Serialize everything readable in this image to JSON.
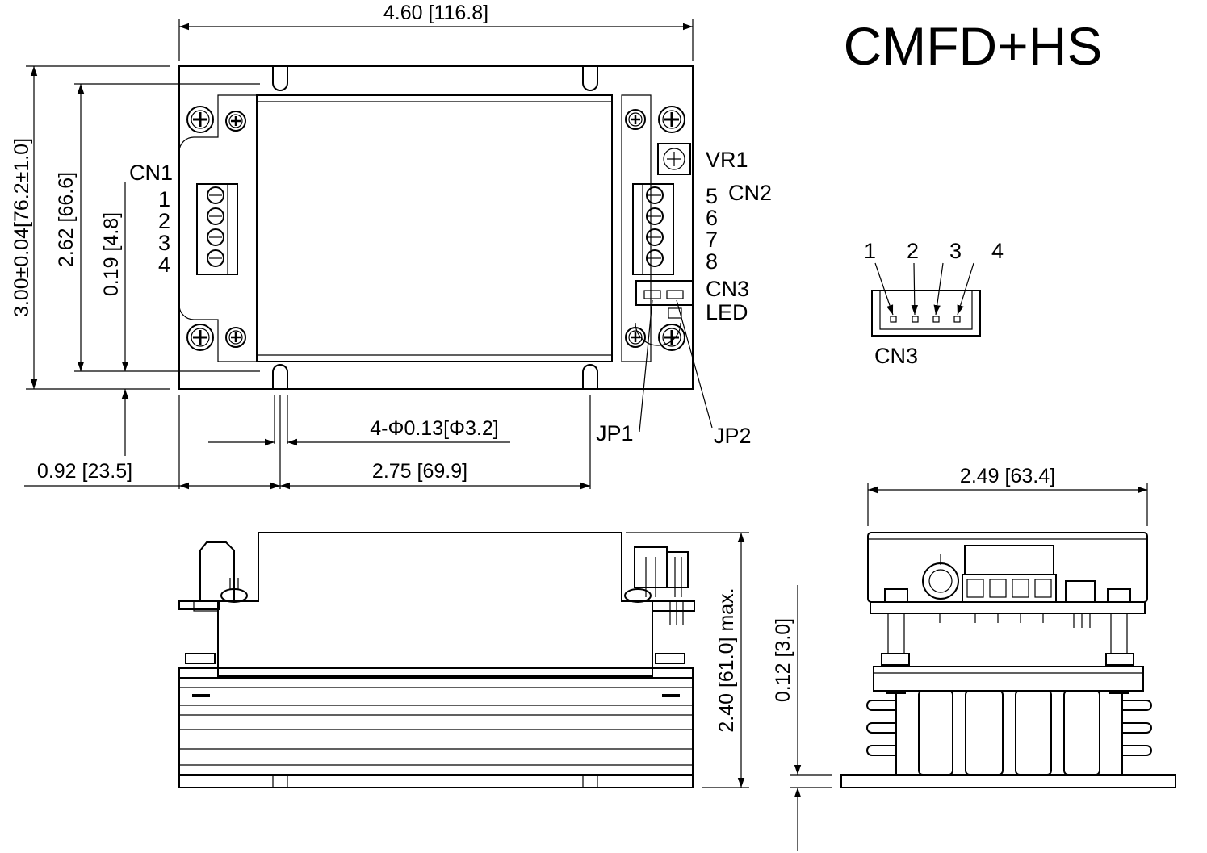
{
  "title": "CMFD+HS",
  "dimensions": {
    "overall_width": "4.60 [116.8]",
    "overall_height": "3.00±0.04[76.2±1.0]",
    "inner_height": "2.62 [66.6]",
    "slot_offset": "0.19 [4.8]",
    "edge_to_hole": "0.92 [23.5]",
    "hole_spacing": "2.75 [69.9]",
    "hole_dia": "4-Φ0.13[Φ3.2]",
    "height_max": "2.40 [61.0] max.",
    "base_thickness": "0.12 [3.0]",
    "side_width": "2.49 [63.4]"
  },
  "labels": {
    "cn1": "CN1",
    "cn2": "CN2",
    "cn3": "CN3",
    "vr1": "VR1",
    "led": "LED",
    "jp1": "JP1",
    "jp2": "JP2",
    "cn3_detail": "CN3"
  },
  "pins": {
    "cn1": [
      "1",
      "2",
      "3",
      "4"
    ],
    "cn2": [
      "5",
      "6",
      "7",
      "8"
    ],
    "cn3": [
      "1",
      "2",
      "3",
      "4"
    ]
  }
}
